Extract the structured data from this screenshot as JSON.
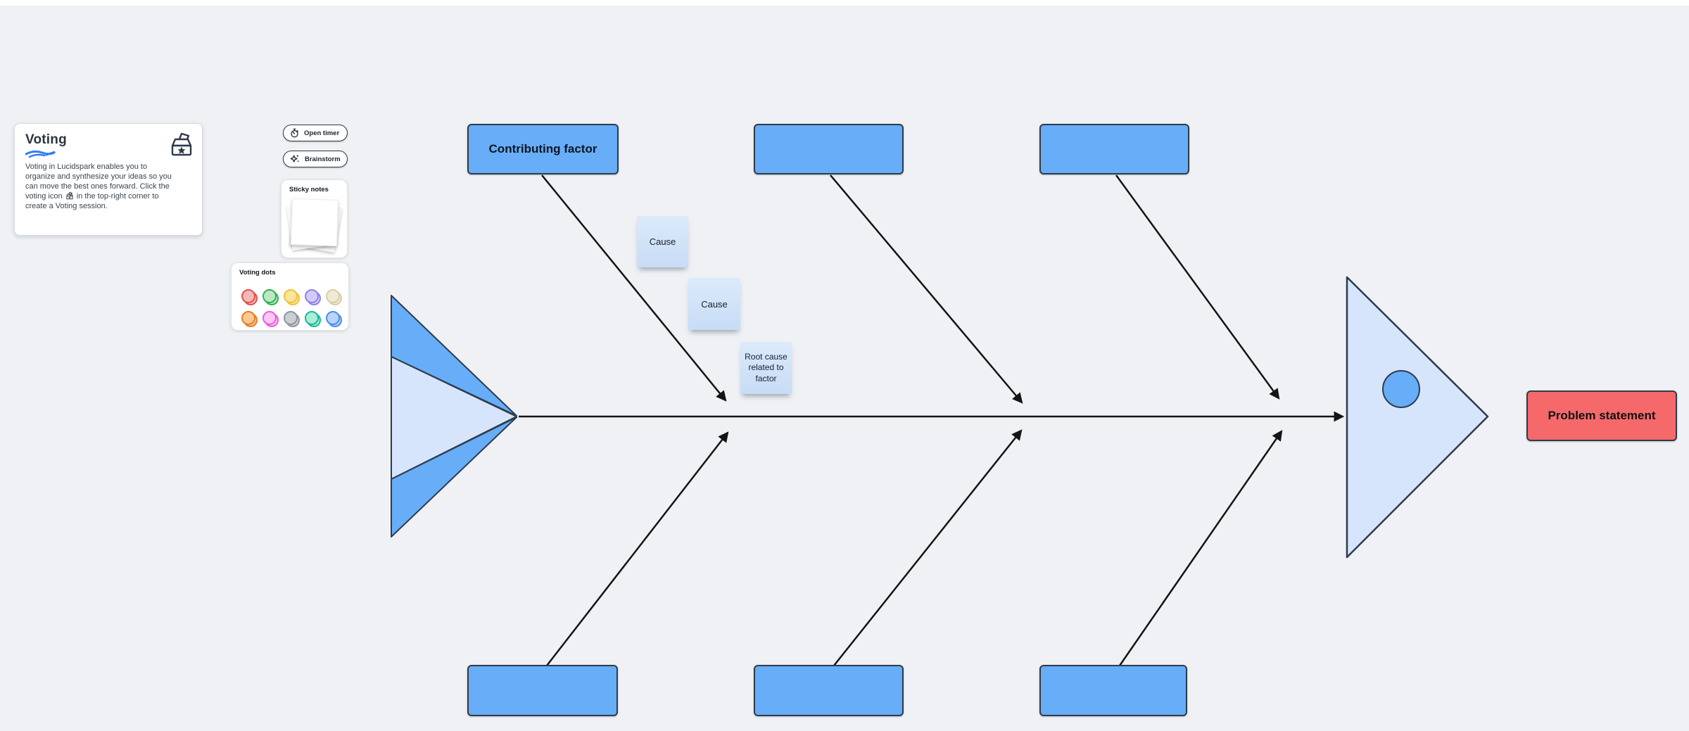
{
  "page": {
    "background": "#eff1f4",
    "top_strip_color": "#ffffff"
  },
  "voting_card": {
    "title": "Voting",
    "body_before_icon": "Voting in Lucidspark enables you to organize and synthesize your ideas so you can move the best ones forward. Click the voting icon",
    "body_after_icon": "in the top-right corner to create a Voting session.",
    "underline_color": "#2f7df6"
  },
  "toolbar": {
    "open_timer_label": "Open timer",
    "brainstorm_label": "Brainstorm"
  },
  "sticky_notes_panel": {
    "title": "Sticky notes"
  },
  "voting_dots_panel": {
    "title": "Voting dots",
    "dots": [
      {
        "name": "red",
        "border": "#e0524e",
        "fill": "#f6b8b4"
      },
      {
        "name": "green",
        "border": "#2fb351",
        "fill": "#bce8c4"
      },
      {
        "name": "yellow",
        "border": "#f2c233",
        "fill": "#f8e59e"
      },
      {
        "name": "purple",
        "border": "#8e82ea",
        "fill": "#d2cbf8"
      },
      {
        "name": "beige",
        "border": "#d9cda6",
        "fill": "#f0e9d4"
      },
      {
        "name": "orange",
        "border": "#ec7b22",
        "fill": "#f8ca92"
      },
      {
        "name": "pink",
        "border": "#ef5ad9",
        "fill": "#fac8f1"
      },
      {
        "name": "gray",
        "border": "#8f959e",
        "fill": "#cbcfd4"
      },
      {
        "name": "teal",
        "border": "#16b998",
        "fill": "#a8eed8"
      },
      {
        "name": "blue",
        "border": "#4b8bf0",
        "fill": "#b8d4f8"
      }
    ]
  },
  "fishbone": {
    "top_boxes": [
      "Contributing factor",
      "",
      ""
    ],
    "bottom_boxes": [
      "",
      "",
      ""
    ],
    "cause_note_1": "Cause",
    "cause_note_2": "Cause",
    "root_cause_note": "Root cause related to factor",
    "problem_statement": "Problem statement",
    "colors": {
      "category_box_fill": "#67adf8",
      "fish_light_fill": "#d7e5fc",
      "fish_dark_fill": "#67adf8",
      "shape_outline": "#2f3b4c",
      "line_color": "#141414",
      "problem_fill": "#f5696b",
      "sticky_note_fill": "#cfe0f8"
    }
  }
}
